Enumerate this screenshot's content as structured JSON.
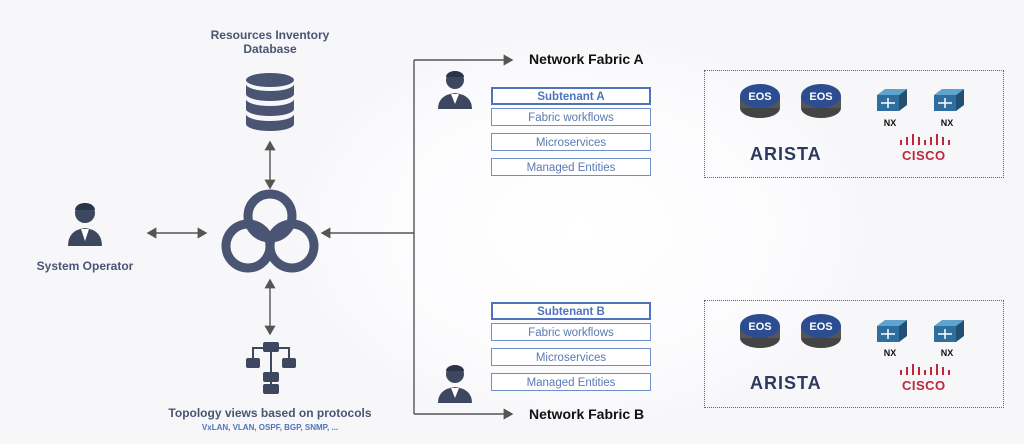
{
  "resources": {
    "label_line1": "Resources Inventory",
    "label_line2": "Database"
  },
  "operator": {
    "label": "System Operator"
  },
  "topology": {
    "label": "Topology views based on protocols",
    "protocols": "VxLAN, VLAN, OSPF, BGP, SNMP, ..."
  },
  "fabric_a": {
    "title": "Network Fabric A",
    "subtenant": "Subtenant A",
    "items": [
      "Fabric workflows",
      "Microservices",
      "Managed Entities"
    ]
  },
  "fabric_b": {
    "title": "Network Fabric B",
    "subtenant": "Subtenant B",
    "items": [
      "Fabric workflows",
      "Microservices",
      "Managed Entities"
    ]
  },
  "vendors": {
    "eos_label": "EOS",
    "nx_label": "NX",
    "arista": "ARISTA",
    "cisco": "CISCO"
  },
  "colors": {
    "icon": "#4a5573",
    "accent": "#4f74bd",
    "cisco": "#c0263a"
  }
}
